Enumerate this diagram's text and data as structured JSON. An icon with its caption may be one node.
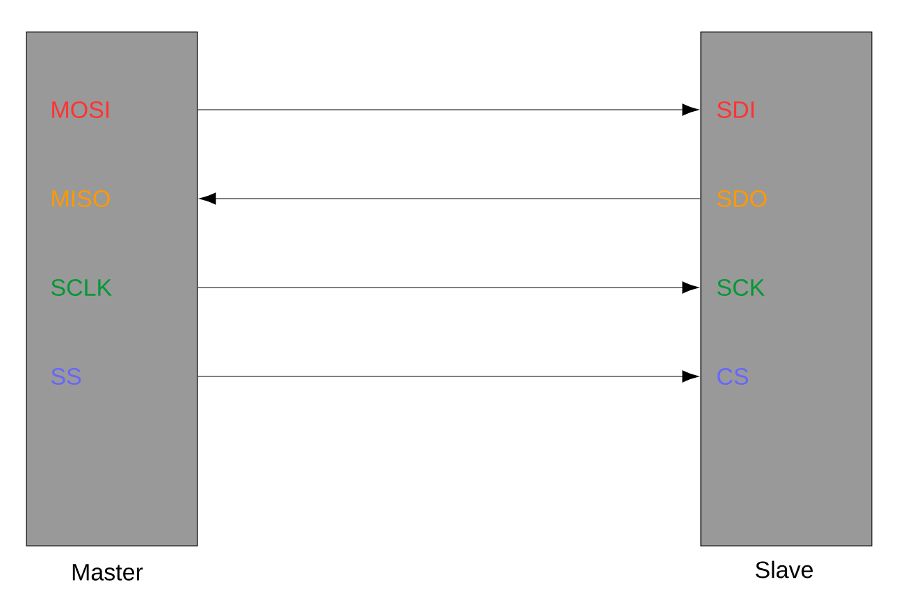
{
  "diagram": {
    "nodes": [
      {
        "text": [
          "Master"
        ]
      },
      {
        "text": [
          "MOSI"
        ],
        "in": 0
      },
      {
        "text": [
          "MISO"
        ],
        "in": 0
      },
      {
        "text": [
          "SCLK"
        ],
        "in": 0
      },
      {
        "text": [
          "SS"
        ],
        "in": 0
      },
      {
        "text": [
          "Slave"
        ]
      },
      {
        "text": [
          "SDI"
        ],
        "in": 5
      },
      {
        "text": [
          "SDO"
        ],
        "in": 5
      },
      {
        "text": [
          "SCK"
        ],
        "in": 5
      },
      {
        "text": [
          "CS"
        ],
        "in": 5
      }
    ],
    "edges": [
      {
        "from": 0,
        "to": 5,
        "arrow": "to"
      },
      {
        "from": 5,
        "to": 0,
        "arrow": "to"
      },
      {
        "from": 0,
        "to": 5,
        "arrow": "to"
      },
      {
        "from": 0,
        "to": 5,
        "arrow": "to"
      }
    ]
  }
}
